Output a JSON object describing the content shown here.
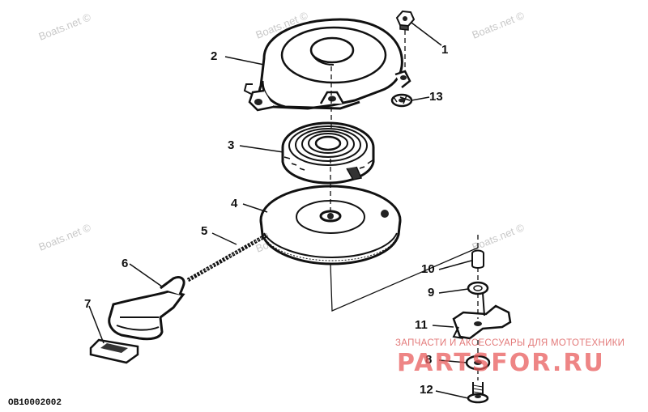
{
  "callouts": {
    "c1": "1",
    "c2": "2",
    "c3": "3",
    "c4": "4",
    "c5": "5",
    "c6": "6",
    "c7": "7",
    "c8": "8",
    "c9": "9",
    "c10": "10",
    "c11": "11",
    "c12": "12",
    "c13": "13"
  },
  "watermarks": {
    "boats_net": "Boats.net ©",
    "shop_subtitle": "ЗАПЧАСТИ И АКСЕССУАРЫ ДЛЯ МОТОТЕХНИКИ",
    "shop_brand": "PARTSFOR.RU"
  },
  "diagram_code": "OB10002002",
  "icons": {
    "part_1": "hex-nut-icon",
    "part_2": "starter-housing-icon",
    "part_3": "recoil-spring-icon",
    "part_4": "rope-pulley-icon",
    "part_5": "starter-rope-icon",
    "part_6": "starter-handle-icon",
    "part_7": "handle-insert-icon",
    "part_8": "washer-icon",
    "part_9": "washer-icon",
    "part_10": "bushing-icon",
    "part_11": "interlock-lever-icon",
    "part_12": "screw-icon",
    "part_13": "lock-washer-icon"
  }
}
